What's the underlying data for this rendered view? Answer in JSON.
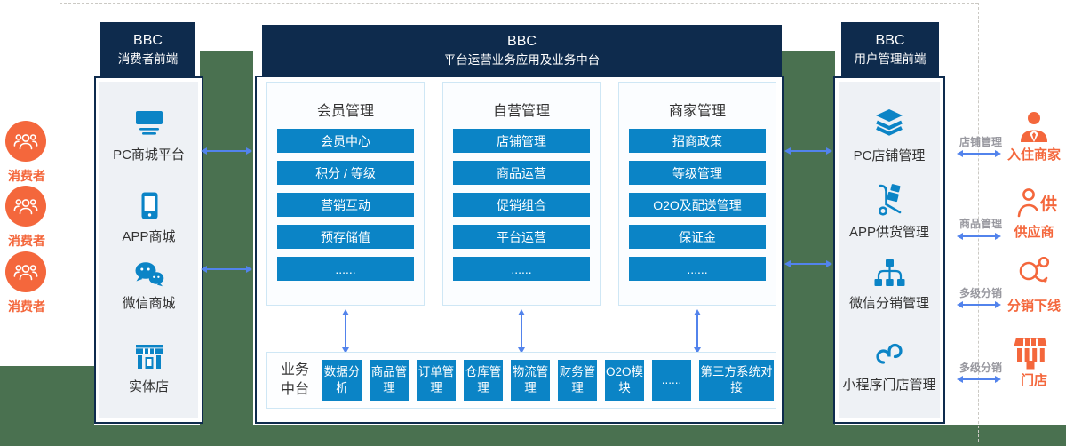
{
  "consumers": {
    "labels": [
      "消费者",
      "消费者",
      "消费者"
    ]
  },
  "left_column": {
    "header": {
      "line1": "BBC",
      "line2": "消费者前端"
    },
    "items": [
      {
        "icon": "pc-mall-icon",
        "label": "PC商城平台"
      },
      {
        "icon": "app-mall-icon",
        "label": "APP商城"
      },
      {
        "icon": "wechat-mall-icon",
        "label": "微信商城"
      },
      {
        "icon": "physical-store-icon",
        "label": "实体店"
      }
    ]
  },
  "middle": {
    "header": {
      "line1": "BBC",
      "line2": "平台运营业务应用及业务中台"
    },
    "panels": [
      {
        "title": "会员管理",
        "buttons": [
          "会员中心",
          "积分 / 等级",
          "营销互动",
          "预存储值",
          "......"
        ]
      },
      {
        "title": "自营管理",
        "buttons": [
          "店铺管理",
          "商品运营",
          "促销组合",
          "平台运营",
          "......"
        ]
      },
      {
        "title": "商家管理",
        "buttons": [
          "招商政策",
          "等级管理",
          "O2O及配送管理",
          "保证金",
          "......"
        ]
      }
    ],
    "business_hub": {
      "label_line1": "业务",
      "label_line2": "中台",
      "modules": [
        "数据分析",
        "商品管理",
        "订单管理",
        "仓库管理",
        "物流管理",
        "财务管理",
        "O2O模块",
        "......",
        "第三方系统对接"
      ]
    }
  },
  "right_column": {
    "header": {
      "line1": "BBC",
      "line2": "用户管理前端"
    },
    "items": [
      {
        "icon": "pc-shop-icon",
        "label": "PC店铺管理"
      },
      {
        "icon": "app-supply-icon",
        "label": "APP供货管理"
      },
      {
        "icon": "wechat-distribution-icon",
        "label": "微信分销管理"
      },
      {
        "icon": "miniprogram-store-icon",
        "label": "小程序门店管理"
      }
    ]
  },
  "right_groups": [
    {
      "relation": "店铺管理",
      "label": "入住商家"
    },
    {
      "relation": "商品管理",
      "label": "供应商",
      "icon_char": "供"
    },
    {
      "relation": "多级分销",
      "label": "分销下线"
    },
    {
      "relation": "多级分销",
      "label": "门店"
    }
  ],
  "colors": {
    "navy": "#0e2b4d",
    "button_blue": "#0b84c6",
    "arrow_blue": "#5283ec",
    "orange": "#f4673c",
    "green": "#4a7150",
    "panel_border": "#cfe7f5",
    "inner_panel": "#eef1f5"
  }
}
